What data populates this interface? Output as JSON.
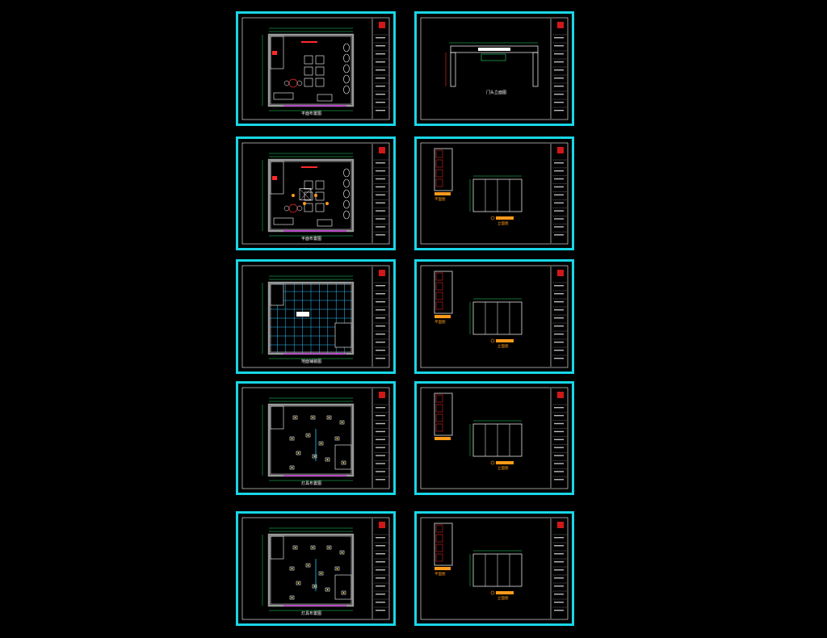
{
  "sheets": [
    {
      "id": "s1",
      "kind": "plan-furniture",
      "caption": "平面布置图"
    },
    {
      "id": "s2",
      "kind": "facade",
      "caption": "门头立面图"
    },
    {
      "id": "s3",
      "kind": "plan-furniture",
      "caption": "平面布置图"
    },
    {
      "id": "s4",
      "kind": "elevation",
      "tag_a": "平面图",
      "tag_b": "立面图"
    },
    {
      "id": "s5",
      "kind": "floor-tiles",
      "caption": "地面铺装图"
    },
    {
      "id": "s6",
      "kind": "elevation",
      "tag_a": "平面图",
      "tag_b": "立面图"
    },
    {
      "id": "s7",
      "kind": "lighting",
      "caption": "灯具布置图"
    },
    {
      "id": "s8",
      "kind": "elevation",
      "tag_a": "",
      "tag_b": "立面图"
    },
    {
      "id": "s9",
      "kind": "lighting",
      "caption": "灯具布置图"
    },
    {
      "id": "s10",
      "kind": "elevation",
      "tag_a": "平面图",
      "tag_b": "立面图"
    }
  ],
  "colors": {
    "frame": "#18d6e6",
    "line": "#ffffff",
    "dim": "#22e06a",
    "accent": "#ff2a2a",
    "orange": "#ff9a1a",
    "wall": "#9a9a9a",
    "purple": "#c030d0",
    "cyan": "#30c0ff",
    "logo": "#d01818"
  }
}
